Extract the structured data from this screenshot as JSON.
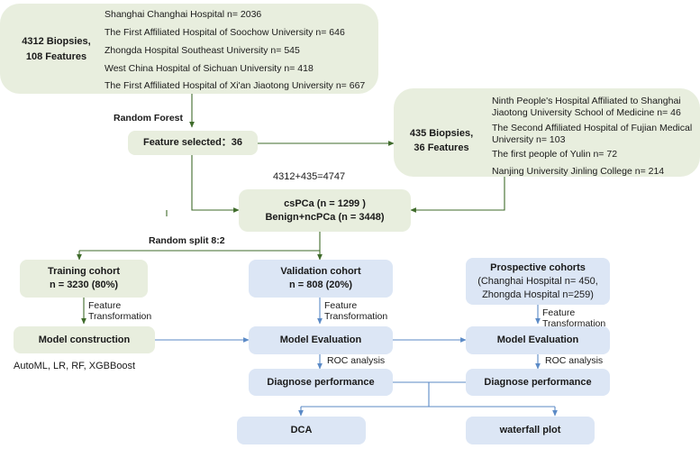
{
  "diagram": {
    "title": "Prostate biopsy machine-learning study flowchart",
    "colors": {
      "green_fill": "#e8eede",
      "blue_fill": "#dce6f5",
      "green_arrow": "#3f6b2b",
      "blue_arrow": "#5b8ac6",
      "text": "#1a1a1a"
    }
  },
  "cohort_training": {
    "summary_line1": "4312 Biopsies,",
    "summary_line2": "108 Features",
    "sources": [
      "Shanghai Changhai Hospital n= 2036",
      "The First Affiliated Hospital of Soochow University n= 646",
      "Zhongda Hospital Southeast University n= 545",
      "West China Hospital of Sichuan University n= 418",
      "The First Affiliated Hospital of Xi'an Jiaotong University n= 667"
    ]
  },
  "cohort_external": {
    "summary_line1": "435 Biopsies,",
    "summary_line2": "36 Features",
    "sources": [
      "Ninth People's Hospital Affiliated to Shanghai Jiaotong University School of Medicine n= 46",
      "The Second Affiliated Hospital of Fujian Medical University n= 103",
      "The first people of Yulin n= 72",
      "Nanjing University Jinling College n= 214"
    ]
  },
  "nodes": {
    "feature_selected": "Feature selected：36",
    "pooled_line1": "csPCa (n = 1299 )",
    "pooled_line2": "Benign+ncPCa (n = 3448)",
    "training_cohort_line1": "Training cohort",
    "training_cohort_line2": "n = 3230 (80%)",
    "validation_cohort_line1": "Validation cohort",
    "validation_cohort_line2": "n = 808 (20%)",
    "prospective_line1": "Prospective cohorts",
    "prospective_line2": "(Changhai Hospital n= 450,",
    "prospective_line3": "Zhongda Hospital n=259)",
    "model_construction": "Model construction",
    "model_evaluation_validation": "Model Evaluation",
    "model_evaluation_prospective": "Model Evaluation",
    "diagnose_performance_validation": "Diagnose performance",
    "diagnose_performance_prospective": "Diagnose performance",
    "dca": "DCA",
    "waterfall": "waterfall plot"
  },
  "edge_labels": {
    "random_forest": "Random Forest",
    "sum_equation": "4312+435=4747",
    "random_split": "Random split 8:2",
    "feature_transformation_training_l1": "Feature",
    "feature_transformation_training_l2": "Transformation",
    "feature_transformation_validation_l1": "Feature",
    "feature_transformation_validation_l2": "Transformation",
    "feature_transformation_prospective_l1": "Feature",
    "feature_transformation_prospective_l2": "Transformation",
    "roc_analysis_validation": "ROC analysis",
    "roc_analysis_prospective": "ROC analysis",
    "algorithms": "AutoML, LR, RF, XGBBoost"
  }
}
